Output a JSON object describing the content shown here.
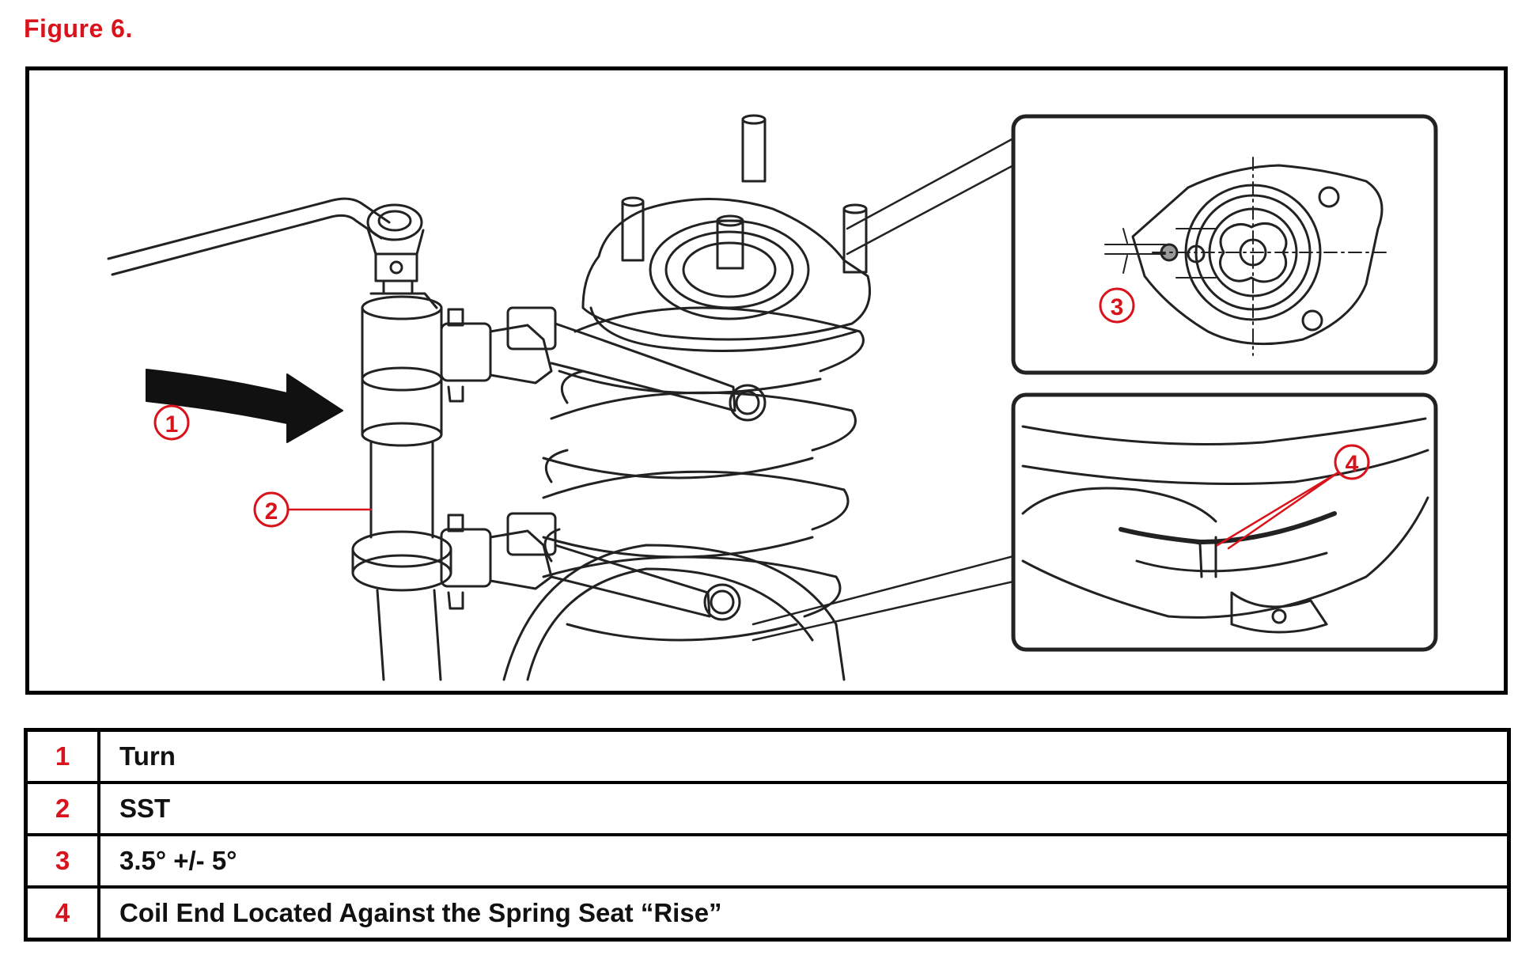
{
  "figure_title": "Figure 6.",
  "colors": {
    "accent_red": "#d9131b",
    "line": "#222222"
  },
  "callouts": [
    "1",
    "2",
    "3",
    "4"
  ],
  "legend": [
    {
      "num": "1",
      "text": "Turn"
    },
    {
      "num": "2",
      "text": "SST"
    },
    {
      "num": "3",
      "text": "3.5° +/- 5°"
    },
    {
      "num": "4",
      "text": "Coil End Located Against the Spring Seat “Rise”"
    }
  ]
}
